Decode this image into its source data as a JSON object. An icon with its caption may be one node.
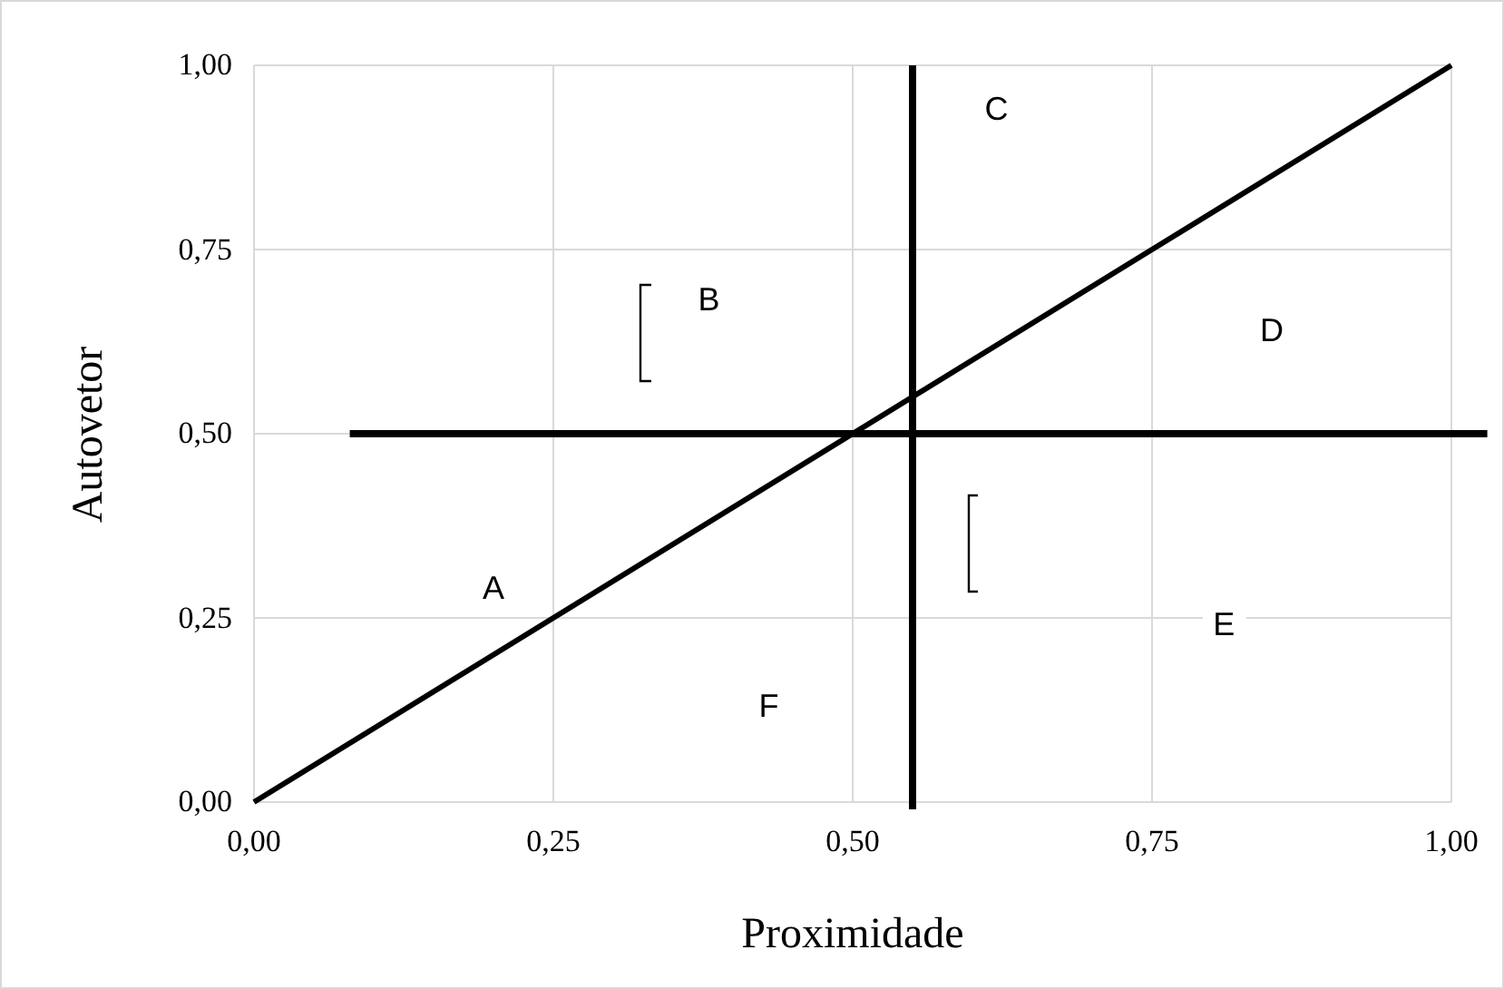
{
  "diagram": {
    "labels": [
      "C",
      "B",
      "D",
      "A",
      "E",
      "F"
    ],
    "chart_data": {
      "type": "line",
      "xlabel": "Proximidade",
      "ylabel": "Autovetor",
      "xlim": [
        0,
        1
      ],
      "ylim": [
        0,
        1
      ],
      "xticks": [
        {
          "value": 0,
          "label": "0,00"
        },
        {
          "value": 0.25,
          "label": "0,25"
        },
        {
          "value": 0.5,
          "label": "0,50"
        },
        {
          "value": 0.75,
          "label": "0,75"
        },
        {
          "value": 1,
          "label": "1,00"
        }
      ],
      "yticks": [
        {
          "value": 0,
          "label": "0,00"
        },
        {
          "value": 0.25,
          "label": "0,25"
        },
        {
          "value": 0.5,
          "label": "0,50"
        },
        {
          "value": 0.75,
          "label": "0,75"
        },
        {
          "value": 1,
          "label": "1,00"
        }
      ],
      "x": [
        0,
        1
      ],
      "series": [
        {
          "color": "#000000",
          "values": [
            0,
            1
          ]
        }
      ],
      "grid": true,
      "ref_lines": [
        {
          "axis": "x",
          "value": 0.55,
          "color": "#000000"
        },
        {
          "axis": "y",
          "value": 0.5,
          "color": "#000000"
        }
      ]
    }
  }
}
